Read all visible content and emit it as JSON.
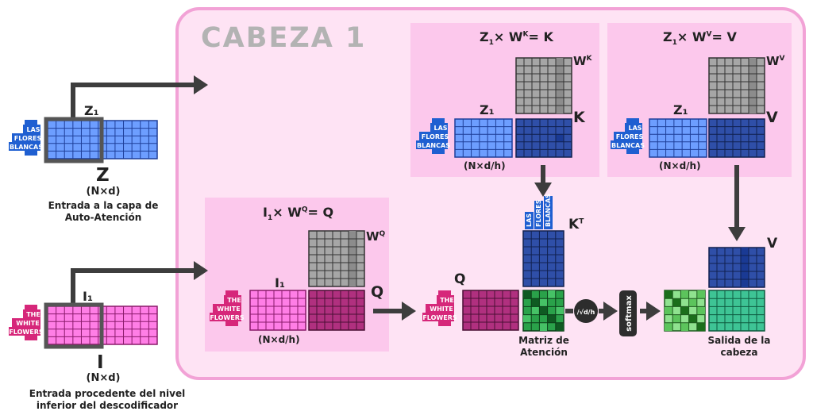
{
  "title": "CABEZA 1",
  "z_input": {
    "slice_label": "Z₁",
    "big_label": "Z",
    "dims": "(N×d)",
    "caption": [
      "Entrada a la capa de",
      "Auto-Atención"
    ],
    "tokens": [
      "LAS",
      "FLORES",
      "BLANCAS"
    ]
  },
  "i_input": {
    "slice_label": "I₁",
    "big_label": "I",
    "dims": "(N×d)",
    "caption": [
      "Entrada procedente del nivel",
      "inferior del descodificador"
    ],
    "tokens": [
      "THE",
      "WHITE",
      "FLOWERS"
    ]
  },
  "panel_k": {
    "formula_a": "Z",
    "formula_sub": "1",
    "formula_mid": "× W",
    "formula_sup": "K",
    "formula_end": "= K",
    "w_label": "W",
    "w_sup": "K",
    "slice_label": "Z₁",
    "out_label": "K",
    "dims": "(N×d/h)"
  },
  "panel_v": {
    "formula_a": "Z",
    "formula_sub": "1",
    "formula_mid": "× W",
    "formula_sup": "V",
    "formula_end": "= V",
    "w_label": "W",
    "w_sup": "V",
    "slice_label": "Z₁",
    "out_label": "V",
    "dims": "(N×d/h)"
  },
  "panel_q": {
    "formula_a": "I",
    "formula_sub": "1",
    "formula_mid": "× W",
    "formula_sup": "Q",
    "formula_end": "= Q",
    "w_label": "W",
    "w_sup": "Q",
    "slice_label": "I₁",
    "out_label": "Q",
    "dims": "(N×d/h)"
  },
  "attention": {
    "q_label": "Q",
    "kt_label": "K",
    "kt_sup": "T",
    "v_label": "V",
    "scale_label": "/√d/h",
    "softmax_label": "softmax",
    "matrix_caption": [
      "Matriz de",
      "Atención"
    ],
    "output_caption": [
      "Salida de la",
      "cabeza"
    ]
  },
  "colors": {
    "blue": "#6d9eff",
    "dark_blue": "#2f4fa8",
    "pink": "#ff7ee6",
    "magenta": "#b0307f",
    "gray": "#a6a6a6",
    "green": "#3ec495",
    "token_blue": "#1f5fd1",
    "token_pink": "#d6277a"
  }
}
